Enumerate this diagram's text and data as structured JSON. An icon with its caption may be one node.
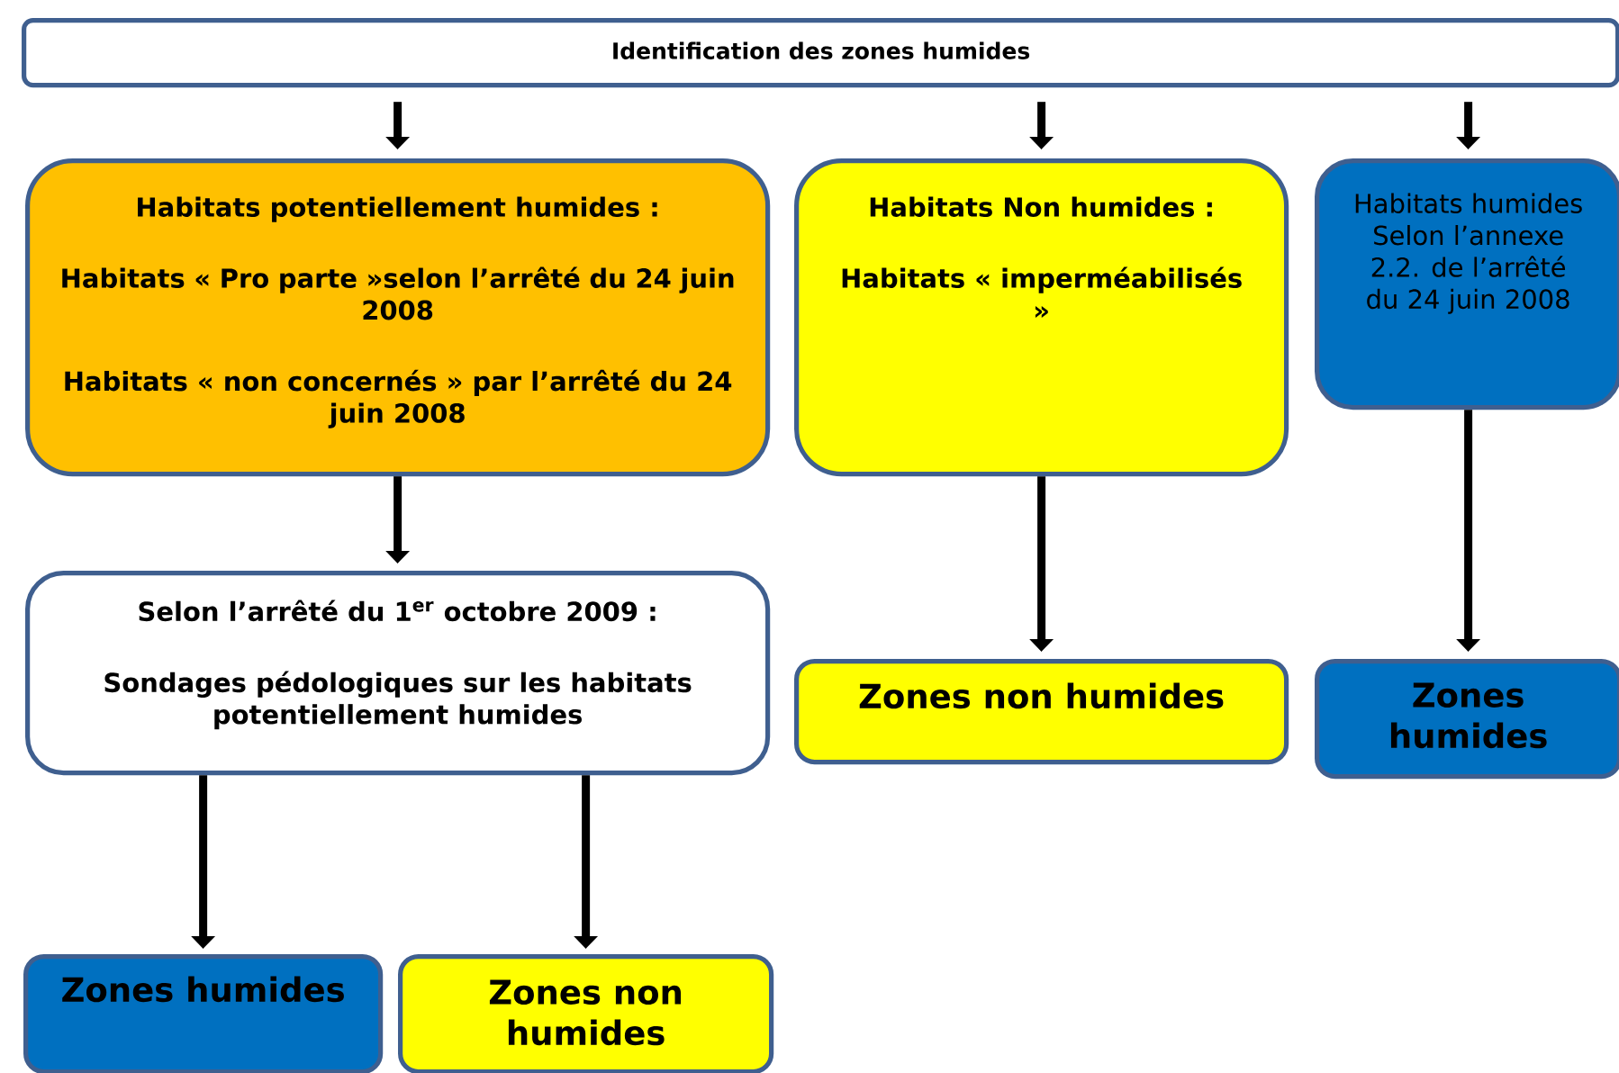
{
  "diagram": {
    "nodes": [
      {
        "text": [
          "Identification des zones humides"
        ]
      },
      {
        "text": [
          "Habitats potentiellement humides :",
          "Habitats « Pro parte »selon l’arrêté du 24 juin 2008",
          "Habitats « non concernés » par l’arrêté du 24 juin 2008"
        ]
      },
      {
        "text": [
          "Habitats Non humides :",
          "Habitats « imperméabilisés »"
        ]
      },
      {
        "text": [
          "Habitats humides Selon l’annexe 2.2. de l’arrêté du 24 juin 2008"
        ]
      },
      {
        "text": [
          "Selon l’arrêté du 1$^{er}$ octobre 2009 :",
          "Sondages pédologiques sur les habitats potentiellement humides"
        ]
      },
      {
        "text": [
          "Zones non humides"
        ]
      },
      {
        "text": [
          "Zones humides"
        ]
      },
      {
        "text": [
          "Zones humides"
        ]
      },
      {
        "text": [
          "Zones non humides"
        ]
      }
    ],
    "edges": [
      {
        "from": 0,
        "to": 1,
        "arrow": "to"
      },
      {
        "from": 0,
        "to": 2,
        "arrow": "to"
      },
      {
        "from": 0,
        "to": 3,
        "arrow": "to"
      },
      {
        "from": 1,
        "to": 4,
        "arrow": "to"
      },
      {
        "from": 2,
        "to": 5,
        "arrow": "to"
      },
      {
        "from": 3,
        "to": 6,
        "arrow": "to"
      },
      {
        "from": 4,
        "to": 7,
        "arrow": "to"
      },
      {
        "from": 4,
        "to": 8,
        "arrow": "to"
      }
    ]
  }
}
